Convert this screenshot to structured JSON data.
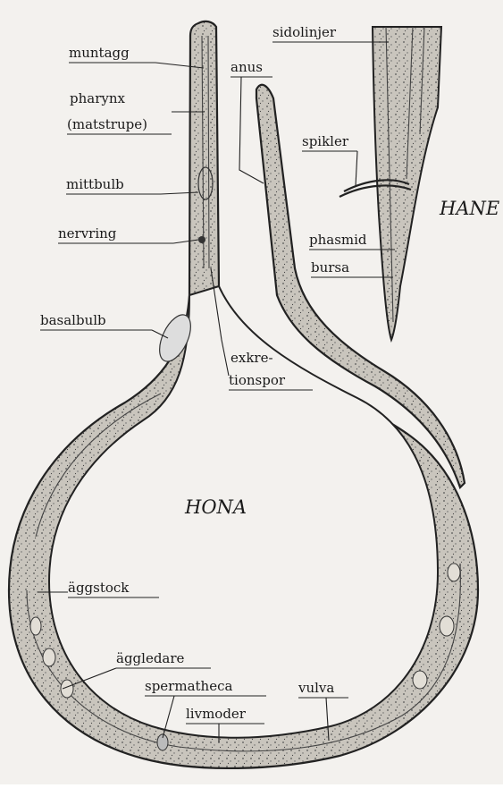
{
  "title_female": "HONA",
  "title_male": "HANE",
  "labels": {
    "muntagg": "muntagg",
    "pharynx": "pharynx",
    "matstrupe": "(matstrupe)",
    "mittbulb": "mittbulb",
    "nervring": "nervring",
    "basalbulb": "basalbulb",
    "anus": "anus",
    "exkretionspor_1": "exkre-",
    "exkretionspor_2": "tionspor",
    "sidolinjer": "sidolinjer",
    "spikler": "spikler",
    "phasmid": "phasmid",
    "bursa": "bursa",
    "aggstock": "äggstock",
    "aggledare": "äggledare",
    "spermatheca": "spermatheca",
    "livmoder": "livmoder",
    "vulva": "vulva"
  },
  "colors": {
    "background": "#f3f1ee",
    "body_fill": "#c9c5bd",
    "ink": "#1a1a1a"
  }
}
